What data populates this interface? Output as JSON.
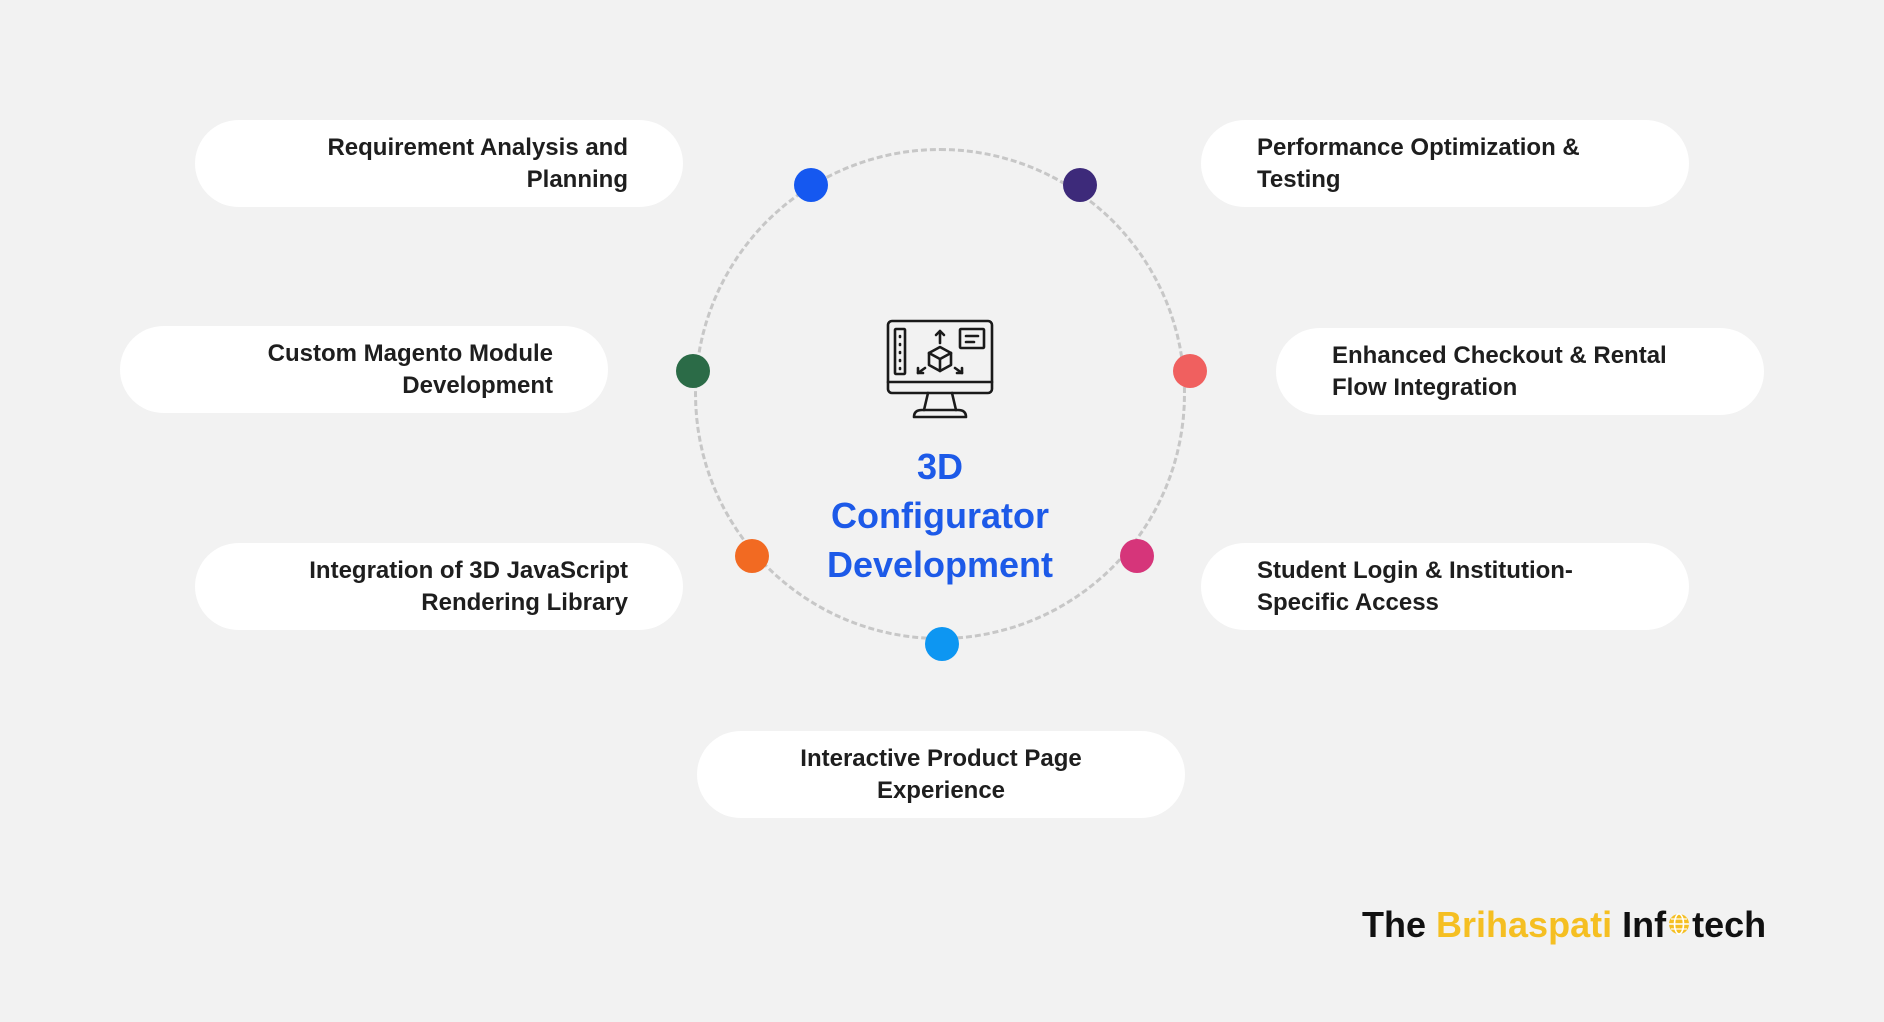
{
  "center": {
    "lines": [
      "3D",
      "Configurator",
      "Development"
    ],
    "icon": "monitor-3d-cube-icon"
  },
  "steps": [
    {
      "id": "requirement",
      "lines": [
        "Requirement Analysis and",
        "Planning"
      ],
      "dot_color": "#1558f0"
    },
    {
      "id": "performance",
      "lines": [
        "Performance Optimization &",
        "Testing"
      ],
      "dot_color": "#3d2a7a"
    },
    {
      "id": "magento",
      "lines": [
        "Custom Magento Module",
        "Development"
      ],
      "dot_color": "#2b6b47"
    },
    {
      "id": "checkout",
      "lines": [
        "Enhanced Checkout & Rental",
        "Flow Integration"
      ],
      "dot_color": "#f0605f"
    },
    {
      "id": "integration",
      "lines": [
        "Integration of 3D JavaScript",
        "Rendering Library"
      ],
      "dot_color": "#f26a22"
    },
    {
      "id": "student",
      "lines": [
        "Student Login & Institution-",
        "Specific Access"
      ],
      "dot_color": "#d6357a"
    },
    {
      "id": "interactive",
      "lines": [
        "Interactive Product Page",
        "Experience"
      ],
      "dot_color": "#0d96f2"
    }
  ],
  "brand": {
    "part1": "The",
    "part2": "Brihaspati",
    "part3a": "Inf",
    "part3b": "tech",
    "accent_color": "#f5bf22",
    "icon": "globe-icon"
  }
}
